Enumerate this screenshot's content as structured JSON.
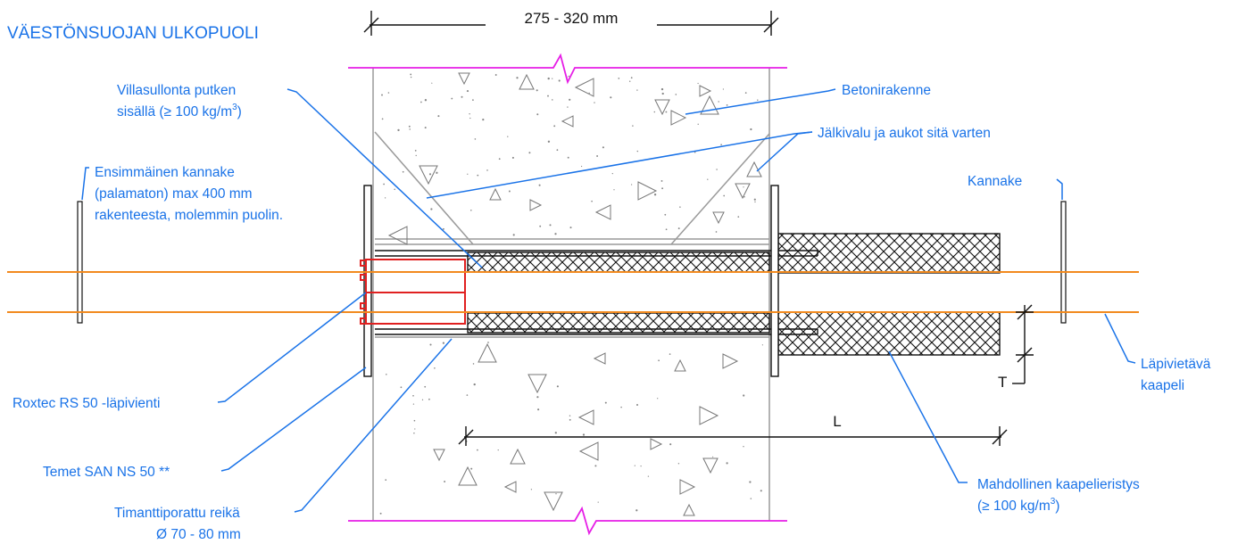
{
  "colors": {
    "label": "#1a73e8",
    "cable": "#f28a1e",
    "break_line": "#e61ee6",
    "seal": "#e02020",
    "line": "#111111",
    "concrete_edge": "#9a9a9a"
  },
  "title": "VÄESTÖNSUOJAN ULKOPUOLI",
  "dimensions": {
    "wall_thickness": "275 - 320 mm",
    "length": "L",
    "thickness": "T"
  },
  "labels": {
    "wool_line1": "Villasullonta putken",
    "wool_line2_pre": "sisällä (≥ 100 kg/m",
    "wool_sup": "3",
    "wool_line2_post": ")",
    "concrete": "Betonirakenne",
    "grout": "Jälkivalu ja aukot sitä varten",
    "first_support_line1": "Ensimmäinen kannake",
    "first_support_line2": "(palamaton) max 400 mm",
    "first_support_line3": "rakenteesta, molemmin puolin.",
    "support": "Kannake",
    "roxtec": "Roxtec RS 50 -läpivienti",
    "temet": "Temet SAN NS 50 **",
    "drilled_line1": "Timanttiporattu reikä",
    "drilled_line2": "Ø 70 - 80 mm",
    "insulation_line1": "Mahdollinen kaapelieristys",
    "insulation_line2_pre": "(≥ 100 kg/m",
    "insulation_sup": "3",
    "insulation_line2_post": ")",
    "cable_line1": "Läpivietävä",
    "cable_line2": "kaapeli"
  }
}
